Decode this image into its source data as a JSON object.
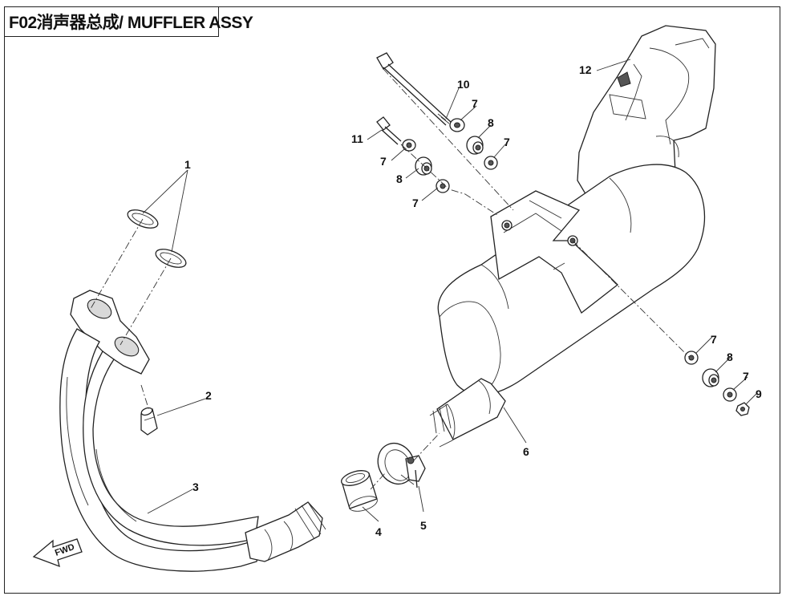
{
  "title": "F02消声器总成/ MUFFLER ASSY",
  "fwd_label": "FWD",
  "callouts": {
    "c1": "1",
    "c2": "2",
    "c3": "3",
    "c4": "4",
    "c5": "5",
    "c6": "6",
    "c7a": "7",
    "c7b": "7",
    "c7c": "7",
    "c7d": "7",
    "c7e": "7",
    "c7f": "7",
    "c8a": "8",
    "c8b": "8",
    "c8c": "8",
    "c9": "9",
    "c10": "10",
    "c11": "11",
    "c12": "12"
  }
}
